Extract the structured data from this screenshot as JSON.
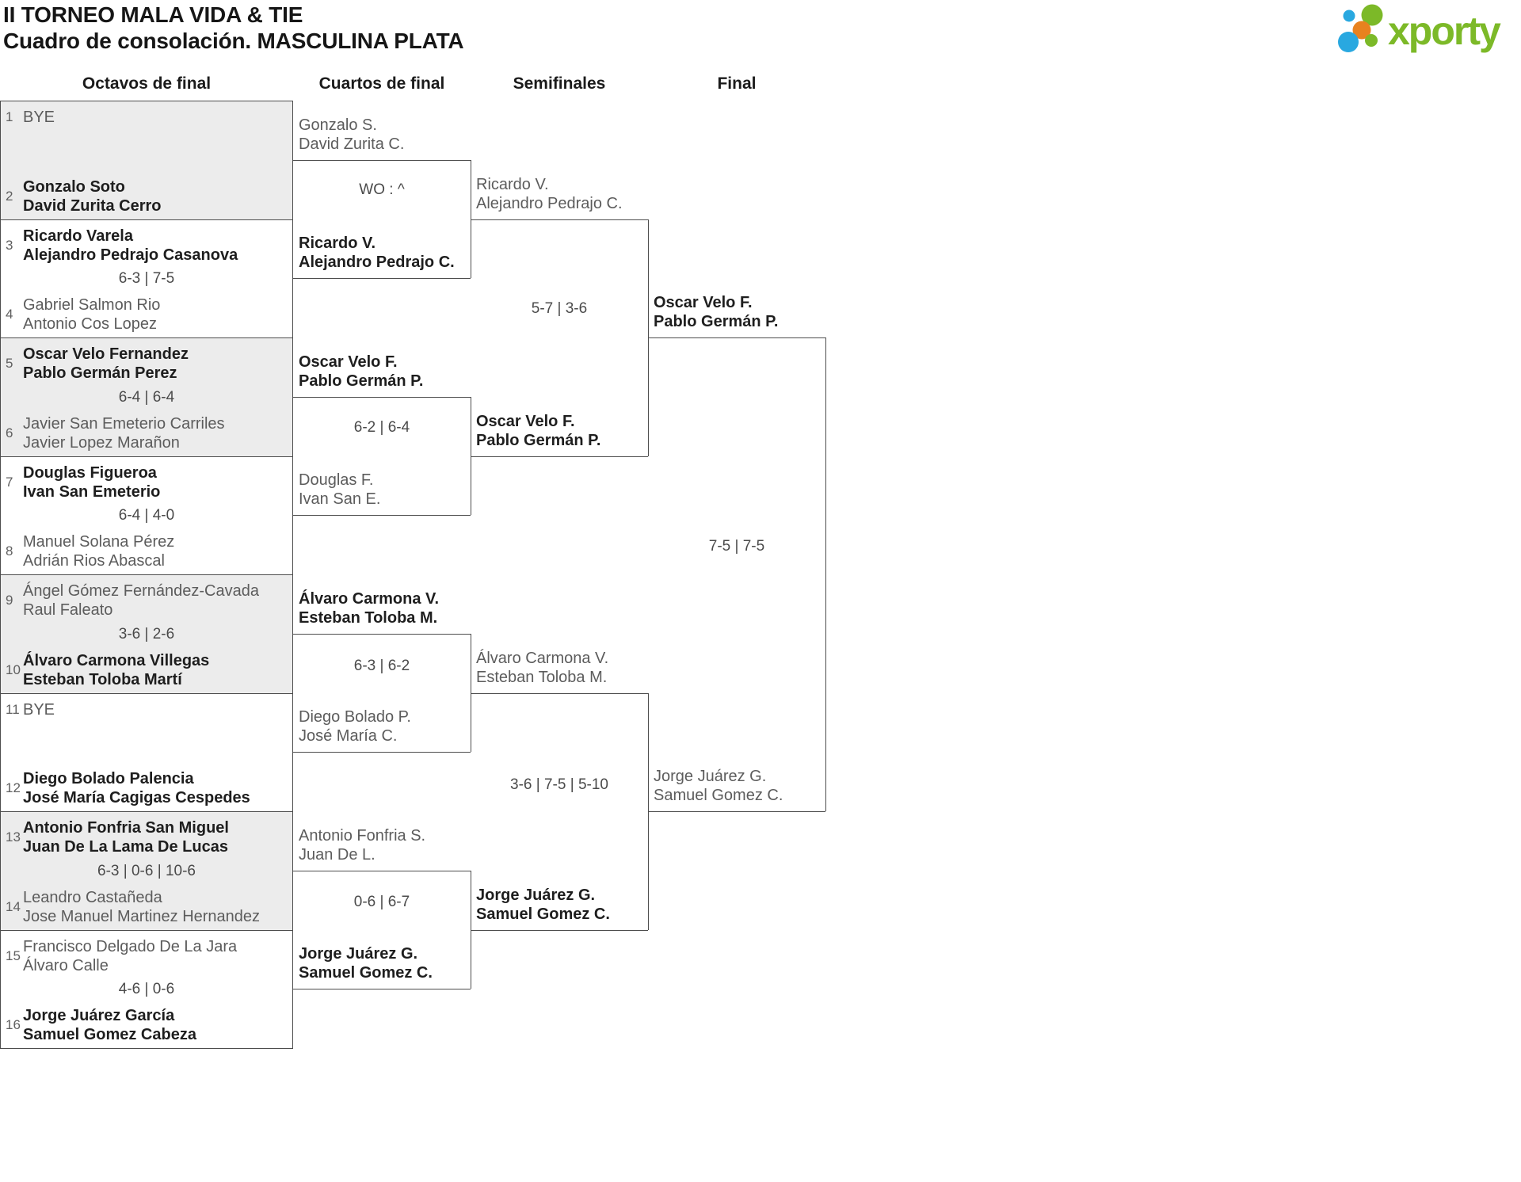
{
  "page": {
    "title": "II TORNEO MALA VIDA & TIE",
    "subtitle": "Cuadro de consolación. MASCULINA PLATA"
  },
  "logo": {
    "text": "xporty",
    "green": "#7cb928",
    "blue": "#29a8e0",
    "orange": "#e8821f"
  },
  "round_headers": [
    "Octavos de final",
    "Cuartos de final",
    "Semifinales",
    "Final"
  ],
  "octavos": [
    {
      "score": "",
      "slots": [
        {
          "num": "1",
          "lines": [
            "BYE"
          ],
          "winner": false
        },
        {
          "num": "2",
          "lines": [
            "Gonzalo Soto",
            "David Zurita Cerro"
          ],
          "winner": true
        }
      ]
    },
    {
      "score": "6-3 | 7-5",
      "slots": [
        {
          "num": "3",
          "lines": [
            "Ricardo Varela",
            "Alejandro Pedrajo Casanova"
          ],
          "winner": true
        },
        {
          "num": "4",
          "lines": [
            "Gabriel Salmon Rio",
            "Antonio Cos Lopez"
          ],
          "winner": false
        }
      ]
    },
    {
      "score": "6-4 | 6-4",
      "slots": [
        {
          "num": "5",
          "lines": [
            "Oscar Velo Fernandez",
            "Pablo Germán Perez"
          ],
          "winner": true
        },
        {
          "num": "6",
          "lines": [
            "Javier San Emeterio Carriles",
            "Javier Lopez Marañon"
          ],
          "winner": false
        }
      ]
    },
    {
      "score": "6-4 | 4-0",
      "slots": [
        {
          "num": "7",
          "lines": [
            "Douglas Figueroa",
            "Ivan San Emeterio"
          ],
          "winner": true
        },
        {
          "num": "8",
          "lines": [
            "Manuel Solana Pérez",
            "Adrián Rios Abascal"
          ],
          "winner": false
        }
      ]
    },
    {
      "score": "3-6 | 2-6",
      "slots": [
        {
          "num": "9",
          "lines": [
            "Ángel Gómez Fernández-Cavada",
            "Raul Faleato"
          ],
          "winner": false
        },
        {
          "num": "10",
          "lines": [
            "Álvaro Carmona Villegas",
            "Esteban Toloba Martí"
          ],
          "winner": true
        }
      ]
    },
    {
      "score": "",
      "slots": [
        {
          "num": "11",
          "lines": [
            "BYE"
          ],
          "winner": false
        },
        {
          "num": "12",
          "lines": [
            "Diego Bolado Palencia",
            "José María Cagigas Cespedes"
          ],
          "winner": true
        }
      ]
    },
    {
      "score": "6-3 | 0-6 | 10-6",
      "slots": [
        {
          "num": "13",
          "lines": [
            "Antonio Fonfria San Miguel",
            "Juan De La Lama De Lucas"
          ],
          "winner": true
        },
        {
          "num": "14",
          "lines": [
            "Leandro Castañeda",
            "Jose Manuel Martinez Hernandez"
          ],
          "winner": false
        }
      ]
    },
    {
      "score": "4-6 | 0-6",
      "slots": [
        {
          "num": "15",
          "lines": [
            "Francisco Delgado De La Jara",
            "Álvaro Calle"
          ],
          "winner": false
        },
        {
          "num": "16",
          "lines": [
            "Jorge Juárez García",
            "Samuel Gomez Cabeza"
          ],
          "winner": true
        }
      ]
    }
  ],
  "cuartos": [
    {
      "score": "WO : ^",
      "top": {
        "lines": [
          "Gonzalo S.",
          "David Zurita C."
        ],
        "winner": false
      },
      "bottom": {
        "lines": [
          "Ricardo V.",
          "Alejandro Pedrajo C."
        ],
        "winner": true
      }
    },
    {
      "score": "6-2 | 6-4",
      "top": {
        "lines": [
          "Oscar Velo F.",
          "Pablo Germán P."
        ],
        "winner": true
      },
      "bottom": {
        "lines": [
          "Douglas F.",
          "Ivan San E."
        ],
        "winner": false
      }
    },
    {
      "score": "6-3 | 6-2",
      "top": {
        "lines": [
          "Álvaro Carmona V.",
          "Esteban Toloba M."
        ],
        "winner": true
      },
      "bottom": {
        "lines": [
          "Diego Bolado P.",
          "José María C."
        ],
        "winner": false
      }
    },
    {
      "score": "0-6 | 6-7",
      "top": {
        "lines": [
          "Antonio Fonfria S.",
          "Juan De L."
        ],
        "winner": false
      },
      "bottom": {
        "lines": [
          "Jorge Juárez G.",
          "Samuel Gomez C."
        ],
        "winner": true
      }
    }
  ],
  "semifinales": [
    {
      "score": "5-7 | 3-6",
      "top": {
        "lines": [
          "Ricardo V.",
          "Alejandro Pedrajo C."
        ],
        "winner": false
      },
      "bottom": {
        "lines": [
          "Oscar Velo F.",
          "Pablo Germán P."
        ],
        "winner": true
      }
    },
    {
      "score": "3-6 | 7-5 | 5-10",
      "top": {
        "lines": [
          "Álvaro Carmona V.",
          "Esteban Toloba M."
        ],
        "winner": false
      },
      "bottom": {
        "lines": [
          "Jorge Juárez G.",
          "Samuel Gomez C."
        ],
        "winner": true
      }
    }
  ],
  "final": [
    {
      "score": "7-5 | 7-5",
      "top": {
        "lines": [
          "Oscar Velo F.",
          "Pablo Germán P."
        ],
        "winner": true
      },
      "bottom": {
        "lines": [
          "Jorge Juárez G.",
          "Samuel Gomez C."
        ],
        "winner": false
      }
    }
  ]
}
